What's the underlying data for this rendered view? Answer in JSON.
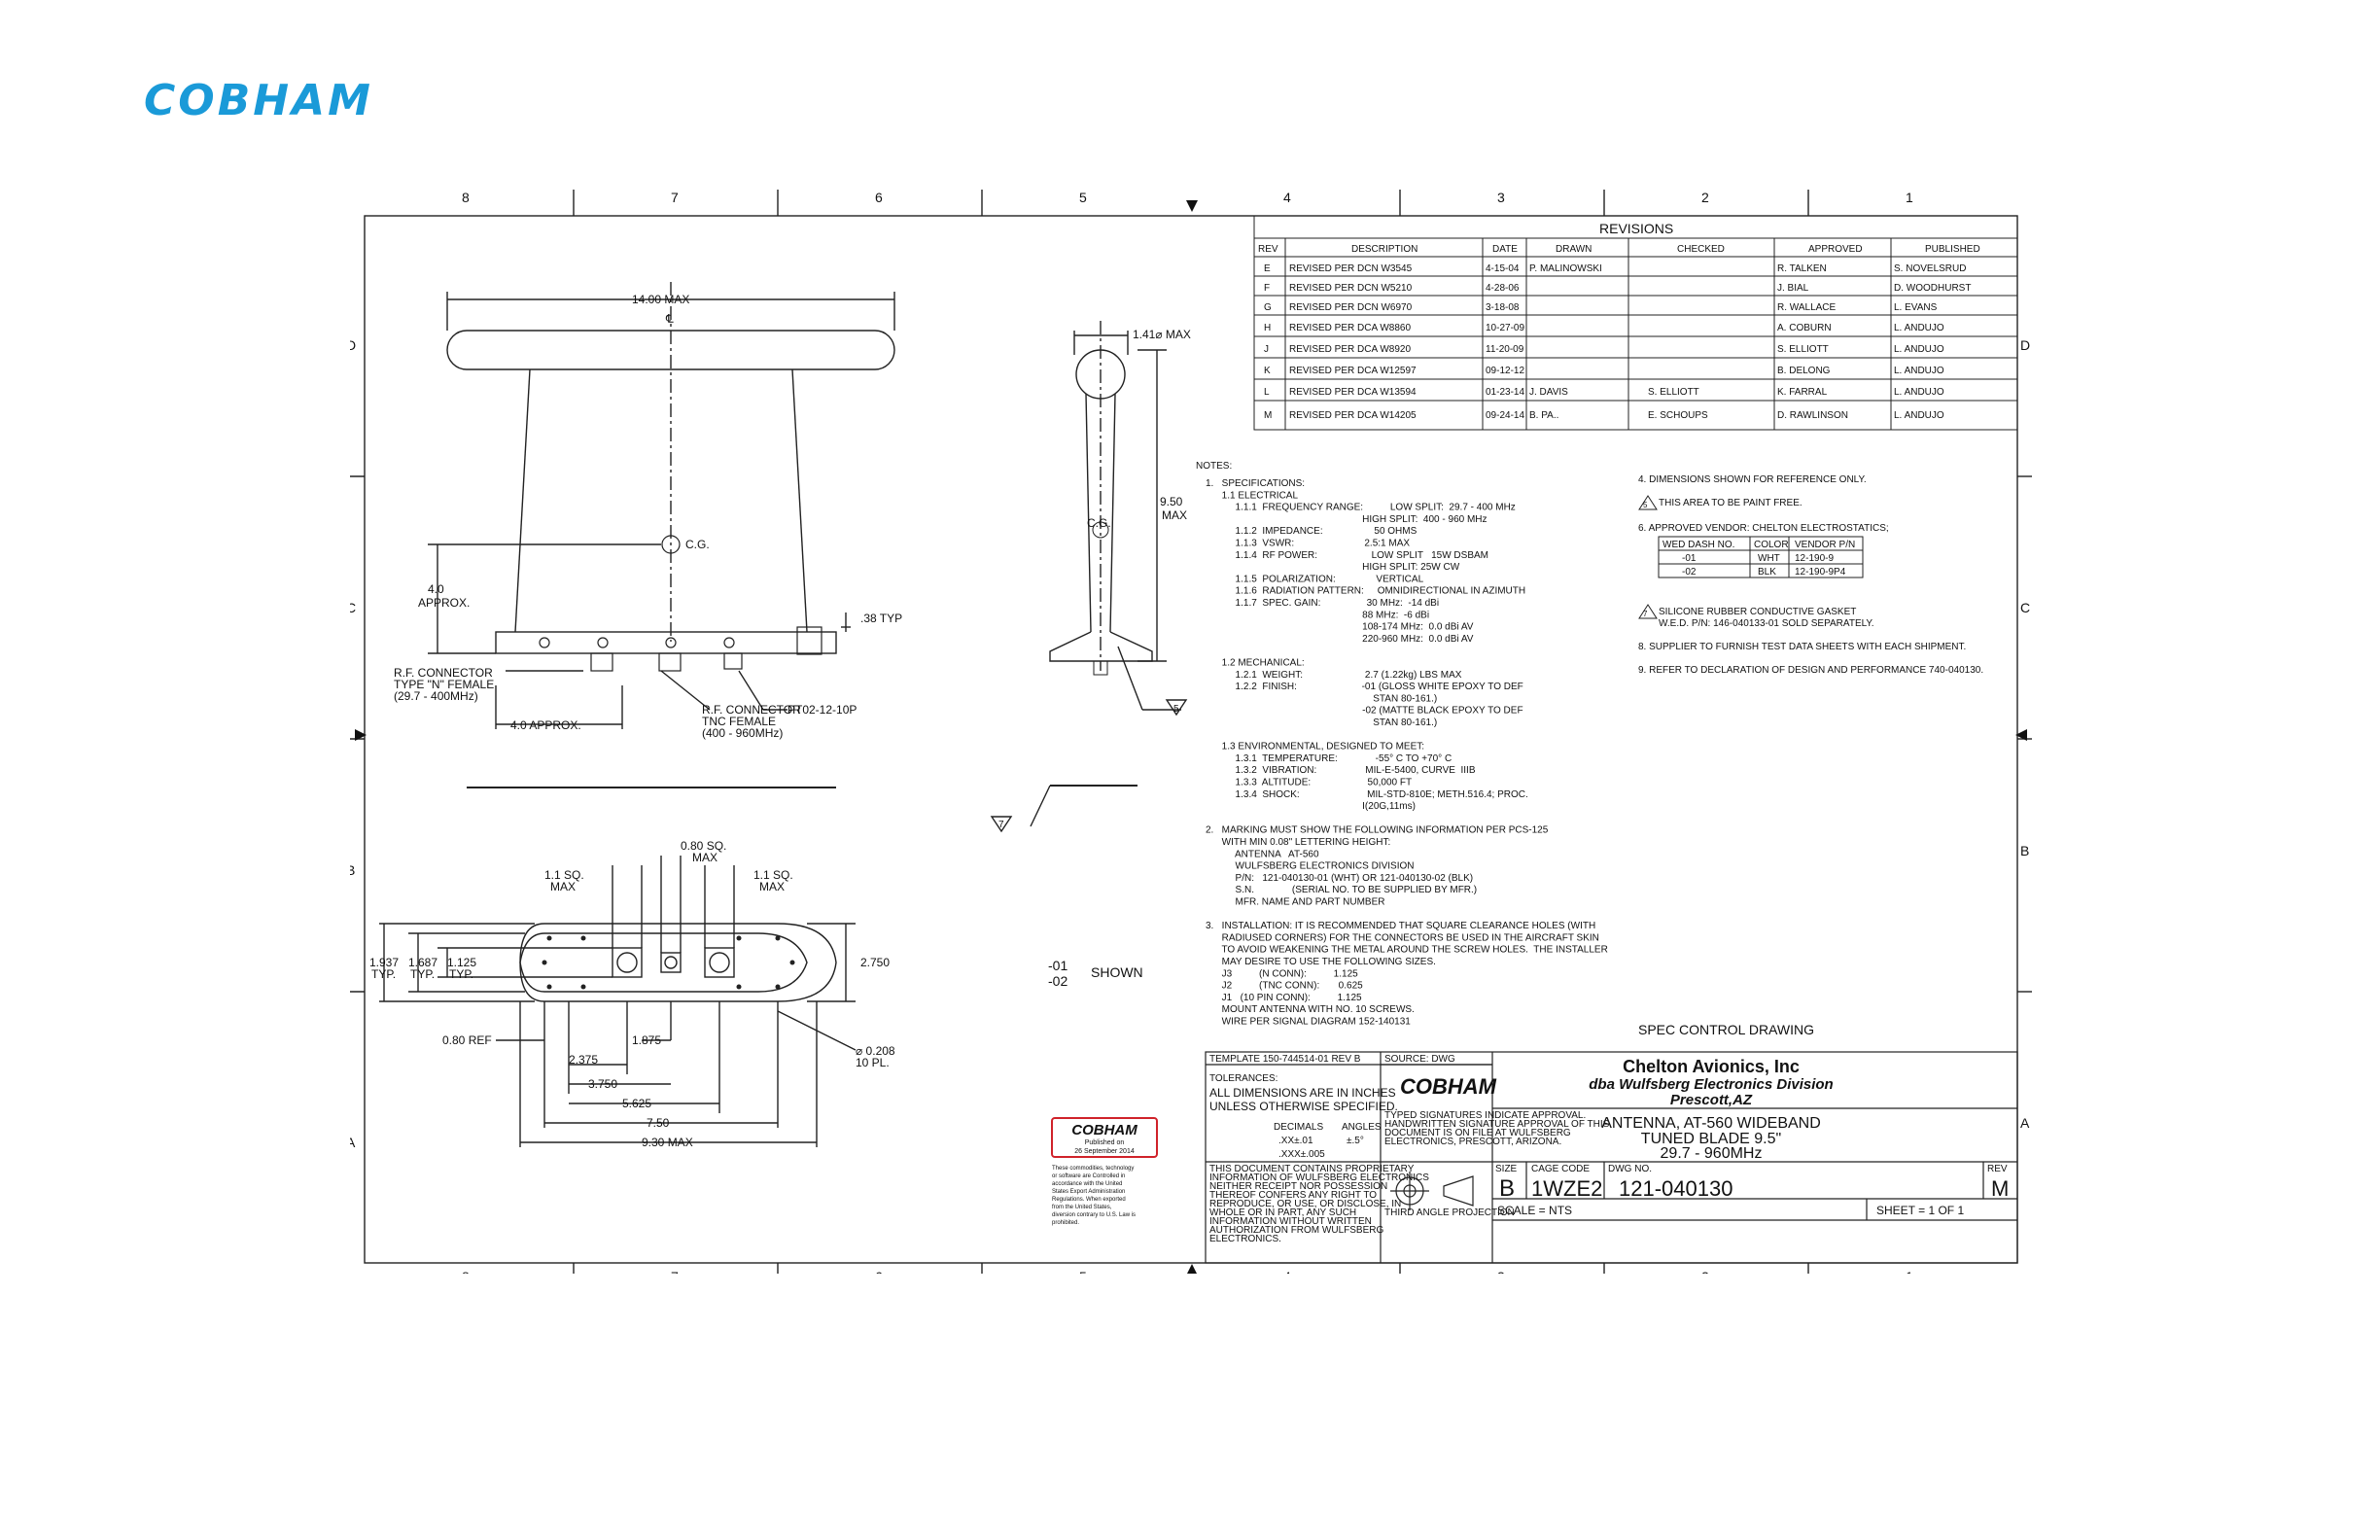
{
  "brand": {
    "logo": "COBHAM",
    "color": "#1a9ad8"
  },
  "zones": {
    "columns": [
      "8",
      "7",
      "6",
      "5",
      "4",
      "3",
      "2",
      "1"
    ],
    "rows": [
      "D",
      "C",
      "B",
      "A"
    ]
  },
  "revisions": {
    "title": "REVISIONS",
    "headers": [
      "REV",
      "DESCRIPTION",
      "DATE",
      "DRAWN",
      "CHECKED",
      "APPROVED",
      "PUBLISHED"
    ],
    "rows": [
      [
        "E",
        "REVISED PER DCN W3545",
        "4-15-04",
        "P. MALINOWSKI",
        "",
        "R. TALKEN",
        "S. NOVELSRUD"
      ],
      [
        "F",
        "REVISED PER DCN W5210",
        "4-28-06",
        "",
        "",
        "J. BIAL",
        "D. WOODHURST"
      ],
      [
        "G",
        "REVISED PER DCN W6970",
        "3-18-08",
        "",
        "",
        "R. WALLACE",
        "L. EVANS"
      ],
      [
        "H",
        "REVISED PER DCA W8860",
        "10-27-09",
        "",
        "",
        "A. COBURN",
        "L. ANDUJO"
      ],
      [
        "J",
        "REVISED PER DCA W8920",
        "11-20-09",
        "",
        "",
        "S. ELLIOTT",
        "L. ANDUJO"
      ],
      [
        "K",
        "REVISED PER DCA W12597",
        "09-12-12",
        "",
        "",
        "B. DELONG",
        "L. ANDUJO"
      ],
      [
        "L",
        "REVISED PER DCA W13594",
        "01-23-14",
        "J. DAVIS",
        "S. ELLIOTT",
        "K. FARRAL",
        "L. ANDUJO"
      ],
      [
        "M",
        "REVISED PER DCA W14205",
        "09-24-14",
        "B. PA..",
        "E. SCHOUPS",
        "D. RAWLINSON",
        "L. ANDUJO"
      ]
    ]
  },
  "front_view": {
    "width": "14.00 MAX",
    "cl": "℄",
    "cg": "C.G.",
    "height": "4.0",
    "height_note": "APPROX.",
    "typ": ".38 TYP",
    "rf_n_1": "R.F. CONNECTOR",
    "rf_n_2": "TYPE \"N\" FEMALE",
    "rf_n_3": "(29.7 - 400MHz)",
    "rf_tnc_1": "R.F. CONNECTOR",
    "rf_tnc_2": "TNC FEMALE",
    "rf_tnc_3": "(400 - 960MHz)",
    "approx": "4.0 APPROX.",
    "pt": "PT02-12-10P"
  },
  "side_view": {
    "dia": "1.41⌀ MAX",
    "h1": "9.50",
    "h2": "MAX",
    "cg": "C.G.",
    "note5": "5",
    "note7": "7"
  },
  "bottom_view": {
    "sq080_1": "0.80 SQ.",
    "sq080_2": "MAX",
    "sq11a_1": "1.1 SQ.",
    "sq11a_2": "MAX",
    "sq11b_1": "1.1 SQ.",
    "sq11b_2": "MAX",
    "d1937": "1.937",
    "d1687": "1.687",
    "d1125": "1.125",
    "typ1": "TYP.",
    "typ2": "TYP.",
    "typ3": "TYP.",
    "d2750": "2.750",
    "ref": "0.80 REF",
    "d1875": "1.875",
    "d2375": "2.375",
    "d3750": "3.750",
    "d5625": "5.625",
    "d750": "7.50",
    "d930": "9.30 MAX",
    "hole1": "⌀ 0.208",
    "hole2": "10 PL.",
    "shown1": "-01",
    "shown2": "-02",
    "shown_label": "SHOWN"
  },
  "notes": {
    "title": "NOTES:",
    "left": [
      "1.   SPECIFICATIONS:",
      "      1.1 ELECTRICAL",
      "           1.1.1  FREQUENCY RANGE:          LOW SPLIT:  29.7 - 400 MHz",
      "                                                          HIGH SPLIT:  400 - 960 MHz",
      "           1.1.2  IMPEDANCE:                   50 OHMS",
      "           1.1.3  VSWR:                          2.5:1 MAX",
      "           1.1.4  RF POWER:                    LOW SPLIT   15W DSBAM",
      "                                                          HIGH SPLIT: 25W CW",
      "           1.1.5  POLARIZATION:               VERTICAL",
      "           1.1.6  RADIATION PATTERN:     OMNIDIRECTIONAL IN AZIMUTH",
      "           1.1.7  SPEC. GAIN:                 30 MHz:  -14 dBi",
      "                                                          88 MHz:  -6 dBi",
      "                                                          108-174 MHz:  0.0 dBi AV",
      "                                                          220-960 MHz:  0.0 dBi AV",
      "",
      "      1.2 MECHANICAL:",
      "           1.2.1  WEIGHT:                       2.7 (1.22kg) LBS MAX",
      "           1.2.2  FINISH:                        -01 (GLOSS WHITE EPOXY TO DEF",
      "                                                              STAN 80-161.)",
      "                                                          -02 (MATTE BLACK EPOXY TO DEF",
      "                                                              STAN 80-161.)",
      "",
      "      1.3 ENVIRONMENTAL, DESIGNED TO MEET:",
      "           1.3.1  TEMPERATURE:              -55° C TO +70° C",
      "           1.3.2  VIBRATION:                  MIL-E-5400, CURVE  IIIB",
      "           1.3.3  ALTITUDE:                     50,000 FT",
      "           1.3.4  SHOCK:                         MIL-STD-810E; METH.516.4; PROC.",
      "                                                          I(20G,11ms)",
      "",
      "2.   MARKING MUST SHOW THE FOLLOWING INFORMATION PER PCS-125",
      "      WITH MIN 0.08\" LETTERING HEIGHT:",
      "           ANTENNA   AT-560",
      "           WULFSBERG ELECTRONICS DIVISION",
      "           P/N:   121-040130-01 (WHT) OR 121-040130-02 (BLK)",
      "           S.N.              (SERIAL NO. TO BE SUPPLIED BY MFR.)",
      "           MFR. NAME AND PART NUMBER",
      "",
      "3.   INSTALLATION: IT IS RECOMMENDED THAT SQUARE CLEARANCE HOLES (WITH",
      "      RADIUSED CORNERS) FOR THE CONNECTORS BE USED IN THE AIRCRAFT SKIN",
      "      TO AVOID WEAKENING THE METAL AROUND THE SCREW HOLES.  THE INSTALLER",
      "      MAY DESIRE TO USE THE FOLLOWING SIZES.",
      "      J3          (N CONN):          1.125",
      "      J2          (TNC CONN):       0.625",
      "      J1   (10 PIN CONN):          1.125",
      "      MOUNT ANTENNA WITH NO. 10 SCREWS.",
      "      WIRE PER SIGNAL DIAGRAM 152-140131"
    ],
    "n4": "4.   DIMENSIONS SHOWN FOR REFERENCE ONLY.",
    "n5": "THIS AREA TO BE PAINT FREE.",
    "n6": "6.   APPROVED VENDOR: CHELTON ELECTROSTATICS;",
    "vendor_headers": [
      "WED DASH NO.",
      "COLOR",
      "VENDOR P/N"
    ],
    "vendor_rows": [
      [
        "-01",
        "WHT",
        "12-190-9"
      ],
      [
        "-02",
        "BLK",
        "12-190-9P4"
      ]
    ],
    "n7a": "SILICONE RUBBER CONDUCTIVE GASKET",
    "n7b": "W.E.D. P/N: 146-040133-01 SOLD SEPARATELY.",
    "n8": "8.   SUPPLIER TO FURNISH TEST DATA SHEETS WITH EACH SHIPMENT.",
    "n9": "9.   REFER TO DECLARATION OF DESIGN AND PERFORMANCE 740-040130."
  },
  "title_block": {
    "spec": "SPEC CONTROL DRAWING",
    "template": "TEMPLATE 150-744514-01 REV B",
    "source": "SOURCE: DWG",
    "tol1": "TOLERANCES:",
    "tol2": "ALL DIMENSIONS ARE IN INCHES",
    "tol3": "UNLESS OTHERWISE SPECIFIED.",
    "dec": "DECIMALS",
    "ang": "ANGLES",
    "xx": ".XX±.01",
    "angv": "±.5°",
    "xxx": ".XXX±.005",
    "prop": [
      "THIS DOCUMENT CONTAINS PROPRIETARY",
      "INFORMATION OF WULFSBERG ELECTRONICS",
      "NEITHER RECEIPT NOR POSSESSION",
      "THEREOF CONFERS ANY RIGHT TO",
      "REPRODUCE, OR USE, OR DISCLOSE, IN",
      "WHOLE OR IN PART, ANY SUCH",
      "INFORMATION WITHOUT WRITTEN",
      "AUTHORIZATION FROM WULFSBERG",
      "ELECTRONICS."
    ],
    "logo": "COBHAM",
    "typed": [
      "TYPED SIGNATURES INDICATE APPROVAL.",
      "HANDWRITTEN SIGNATURE APPROVAL OF THIS",
      "DOCUMENT IS ON FILE AT WULFSBERG",
      "ELECTRONICS, PRESCOTT, ARIZONA."
    ],
    "projection": "THIRD ANGLE PROJECTION",
    "company1": "Chelton Avionics, Inc",
    "company2": "dba Wulfsberg Electronics Division",
    "company3": "Prescott,AZ",
    "desc1": "ANTENNA, AT-560 WIDEBAND",
    "desc2": "TUNED BLADE 9.5\"",
    "desc3": "29.7 - 960MHz",
    "size_l": "SIZE",
    "size": "B",
    "cage_l": "CAGE CODE",
    "cage": "1WZE2",
    "dwg_l": "DWG NO.",
    "dwg": "121-040130",
    "rev_l": "REV",
    "rev": "M",
    "scale": "SCALE = NTS",
    "sheet": "SHEET = 1 OF 1"
  },
  "stamp": {
    "logo": "COBHAM",
    "pub1": "Published on",
    "pub2": "26 September 2014",
    "lines": [
      "These commodities, technology",
      "or software are Controlled in",
      "accordance with the United",
      "States Export Administration",
      "Regulations. When exported",
      "from the United States,",
      "diversion contrary to U.S. Law is",
      "prohibited."
    ]
  }
}
